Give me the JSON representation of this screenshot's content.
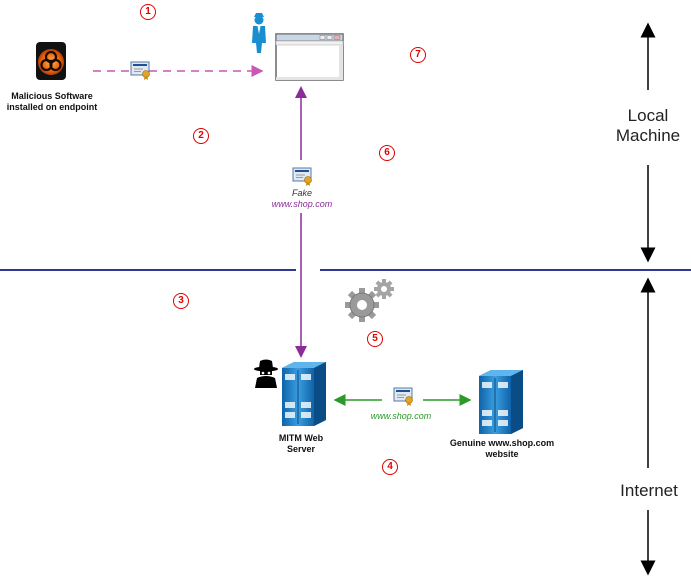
{
  "zones": {
    "local": "Local Machine",
    "internet": "Internet"
  },
  "steps": [
    "1",
    "2",
    "3",
    "4",
    "5",
    "6",
    "7"
  ],
  "labels": {
    "malware": "Malicious Software installed on endpoint",
    "fake_label": "Fake",
    "fake_url": "www.shop.com",
    "mitm_server": "MITM Web Server",
    "genuine_site": "Genuine www.shop.com website",
    "cert_url": "www.shop.com"
  },
  "colors": {
    "divider": "#2f3694",
    "purple_arrow": "#8b2c98",
    "pink_dash": "#c957b6",
    "green_arrow": "#2a9b2a",
    "step_red": "#e00000",
    "server_blue": "#1a7fc4"
  },
  "icons": {
    "malware": "biohazard-icon",
    "user": "user-icon",
    "browser": "browser-window-icon",
    "certificate": "certificate-icon",
    "gears": "gears-icon",
    "spy": "spy-icon",
    "server": "server-icon"
  }
}
